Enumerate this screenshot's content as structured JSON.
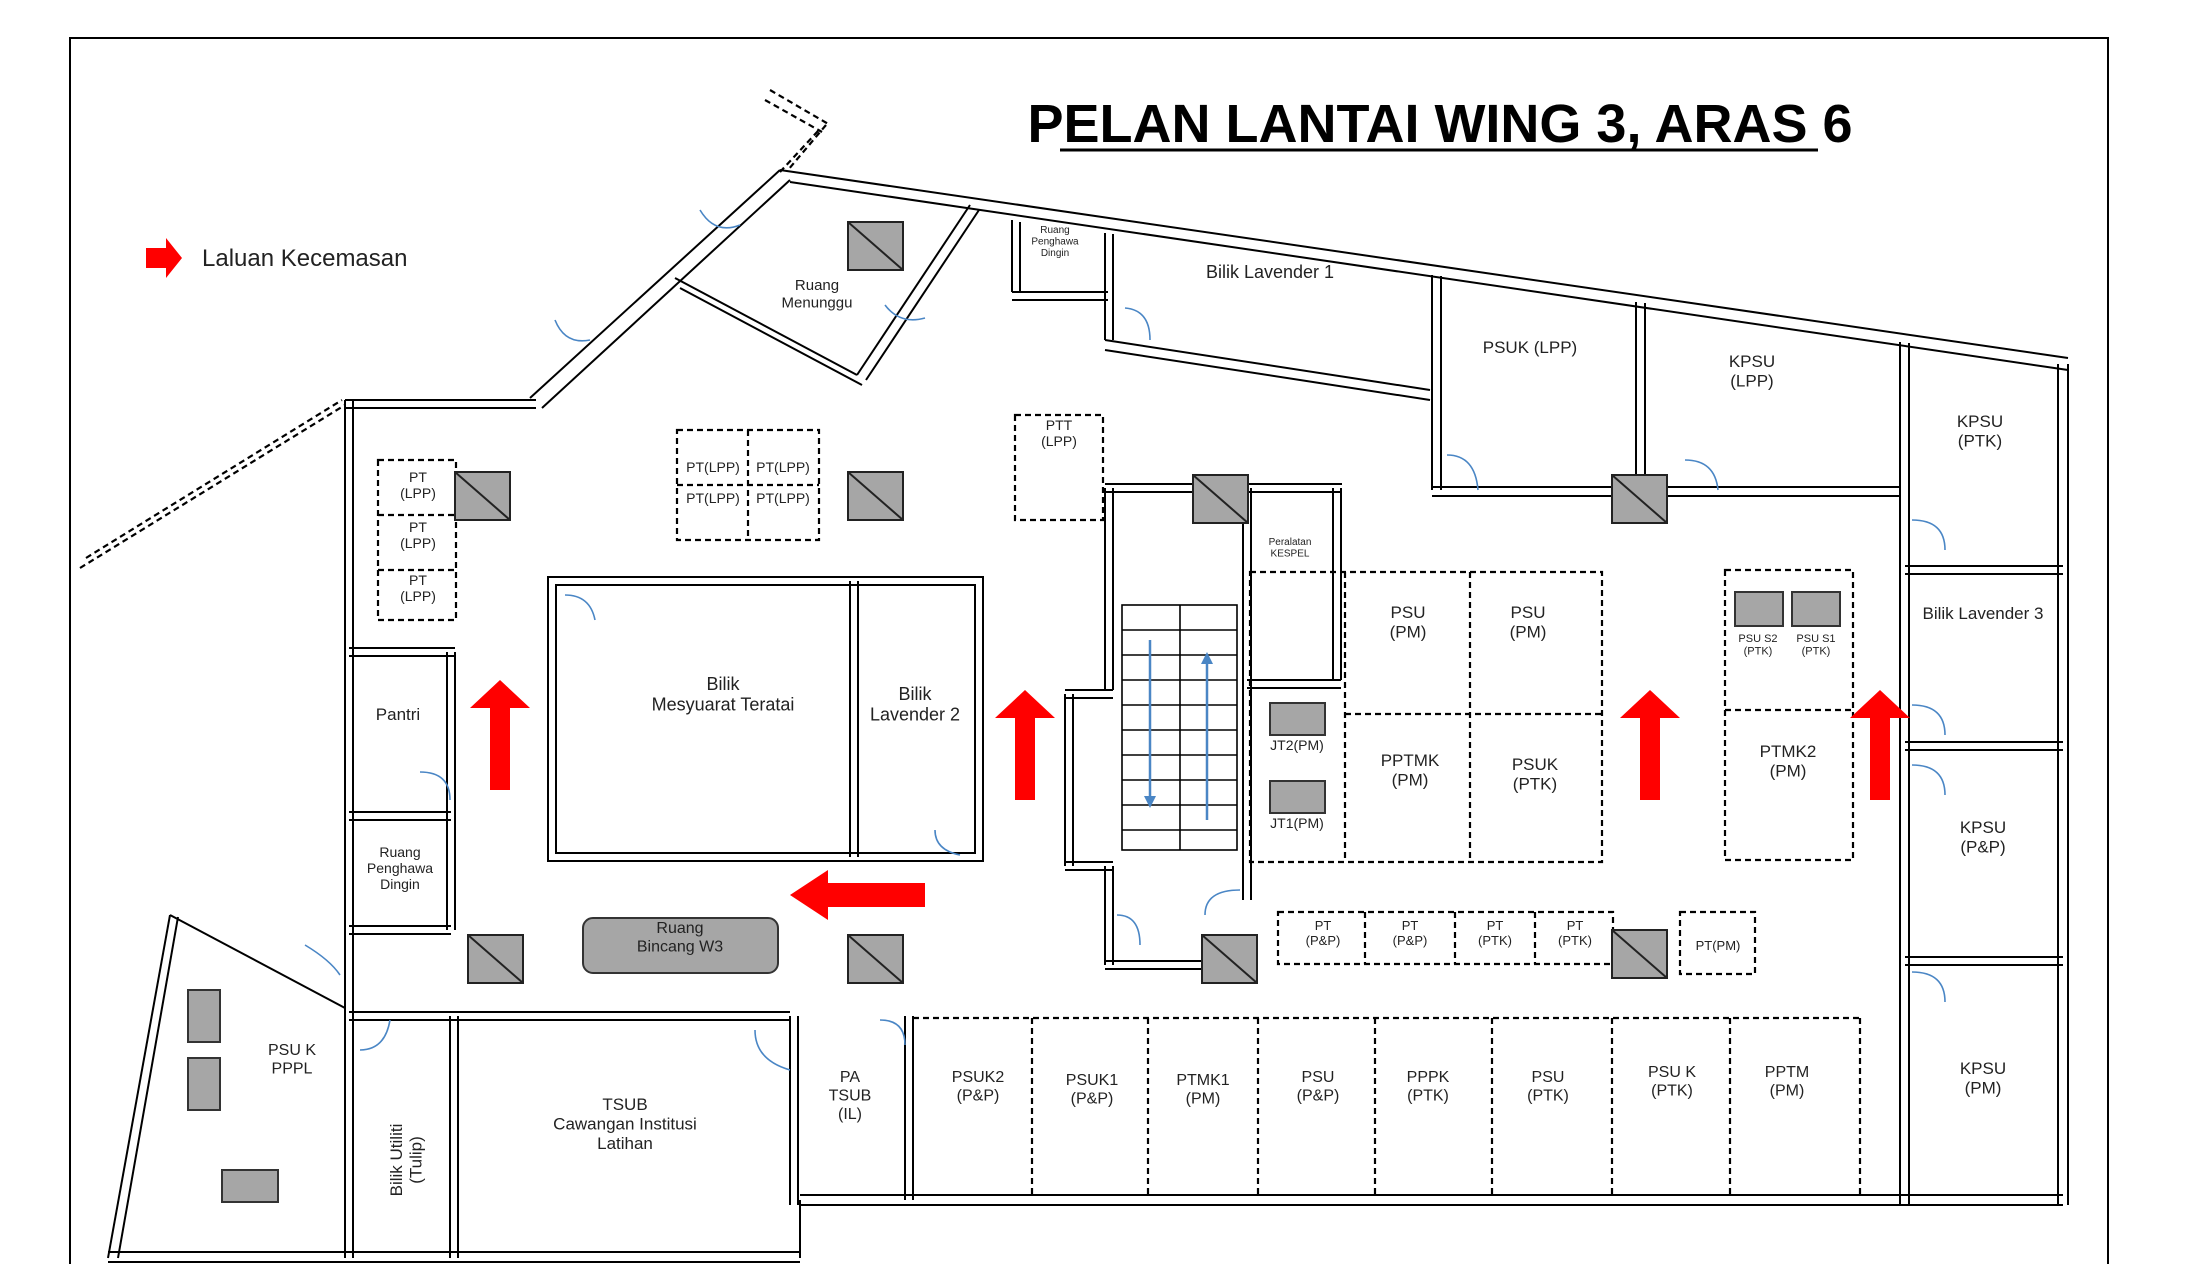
{
  "title": "PELAN LANTAI WING 3, ARAS 6",
  "legend": {
    "label": "Laluan Kecemasan",
    "icon": "red-arrow-icon",
    "color": "#ff0000"
  },
  "colors": {
    "wall": "#000000",
    "door": "#4a86c5",
    "pillar": "#a6a6a6",
    "arrow": "#ff0000"
  },
  "rooms": [
    {
      "id": "ruang-menunggu",
      "lines": [
        "Ruang",
        "Menunggu"
      ]
    },
    {
      "id": "ruang-penghawa-dingin-top",
      "lines": [
        "Ruang",
        "Penghawa",
        "Dingin"
      ]
    },
    {
      "id": "bilik-lavender-1",
      "lines": [
        "Bilik Lavender 1"
      ]
    },
    {
      "id": "psuk-lpp",
      "lines": [
        "PSUK (LPP)"
      ]
    },
    {
      "id": "kpsu-lpp",
      "lines": [
        "KPSU",
        "(LPP)"
      ]
    },
    {
      "id": "kpsu-ptk",
      "lines": [
        "KPSU",
        "(PTK)"
      ]
    },
    {
      "id": "pt-lpp-1",
      "lines": [
        "PT",
        "(LPP)"
      ]
    },
    {
      "id": "pt-lpp-2",
      "lines": [
        "PT",
        "(LPP)"
      ]
    },
    {
      "id": "pt-lpp-3",
      "lines": [
        "PT",
        "(LPP)"
      ]
    },
    {
      "id": "ptlpp-a",
      "lines": [
        "PT(LPP)"
      ]
    },
    {
      "id": "ptlpp-b",
      "lines": [
        "PT(LPP)"
      ]
    },
    {
      "id": "ptlpp-c",
      "lines": [
        "PT(LPP)"
      ]
    },
    {
      "id": "ptlpp-d",
      "lines": [
        "PT(LPP)"
      ]
    },
    {
      "id": "ptt-lpp",
      "lines": [
        "PTT",
        "(LPP)"
      ]
    },
    {
      "id": "peralatan-kespel",
      "lines": [
        "Peralatan",
        "KESPEL"
      ]
    },
    {
      "id": "bilik-lavender-3",
      "lines": [
        "Bilik Lavender 3"
      ]
    },
    {
      "id": "psu-pm-1",
      "lines": [
        "PSU",
        "(PM)"
      ]
    },
    {
      "id": "psu-pm-2",
      "lines": [
        "PSU",
        "(PM)"
      ]
    },
    {
      "id": "psu-s2-ptk",
      "lines": [
        "PSU S2",
        "(PTK)"
      ]
    },
    {
      "id": "psu-s1-ptk",
      "lines": [
        "PSU S1",
        "(PTK)"
      ]
    },
    {
      "id": "pantri",
      "lines": [
        "Pantri"
      ]
    },
    {
      "id": "bilik-mesyuarat-teratai",
      "lines": [
        "Bilik",
        "Mesyuarat Teratai"
      ]
    },
    {
      "id": "bilik-lavender-2",
      "lines": [
        "Bilik",
        "Lavender 2"
      ]
    },
    {
      "id": "jt2-pm",
      "lines": [
        "JT2(PM)"
      ]
    },
    {
      "id": "jt1-pm",
      "lines": [
        "JT1(PM)"
      ]
    },
    {
      "id": "pptmk-pm",
      "lines": [
        "PPTMK",
        "(PM)"
      ]
    },
    {
      "id": "psuk-ptk",
      "lines": [
        "PSUK",
        "(PTK)"
      ]
    },
    {
      "id": "ptmk2-pm",
      "lines": [
        "PTMK2",
        "(PM)"
      ]
    },
    {
      "id": "kpsu-pp",
      "lines": [
        "KPSU",
        "(P&P)"
      ]
    },
    {
      "id": "ruang-penghawa-dingin-left",
      "lines": [
        "Ruang",
        "Penghawa",
        "Dingin"
      ]
    },
    {
      "id": "pt-pp-1",
      "lines": [
        "PT",
        "(P&P)"
      ]
    },
    {
      "id": "pt-pp-2",
      "lines": [
        "PT",
        "(P&P)"
      ]
    },
    {
      "id": "pt-ptk-1",
      "lines": [
        "PT",
        "(PTK)"
      ]
    },
    {
      "id": "pt-ptk-2",
      "lines": [
        "PT",
        "(PTK)"
      ]
    },
    {
      "id": "pt-pm",
      "lines": [
        "PT(PM)"
      ]
    },
    {
      "id": "ruang-bincang-w3",
      "lines": [
        "Ruang",
        "Bincang W3"
      ]
    },
    {
      "id": "psu-k-pppl",
      "lines": [
        "PSU K",
        "PPPL"
      ]
    },
    {
      "id": "bilik-utiliti-tulip",
      "lines": [
        "Bilik Utiliti",
        "(Tulip)"
      ]
    },
    {
      "id": "tsub",
      "lines": [
        "TSUB",
        "Cawangan Institusi",
        "Latihan"
      ]
    },
    {
      "id": "pa-tsub-il",
      "lines": [
        "PA",
        "TSUB",
        "(IL)"
      ]
    },
    {
      "id": "psuk2-pp",
      "lines": [
        "PSUK2",
        "(P&P)"
      ]
    },
    {
      "id": "psuk1-pp",
      "lines": [
        "PSUK1",
        "(P&P)"
      ]
    },
    {
      "id": "ptmk1-pm",
      "lines": [
        "PTMK1",
        "(PM)"
      ]
    },
    {
      "id": "psu-pp",
      "lines": [
        "PSU",
        "(P&P)"
      ]
    },
    {
      "id": "pppk-ptk",
      "lines": [
        "PPPK",
        "(PTK)"
      ]
    },
    {
      "id": "psu-ptk",
      "lines": [
        "PSU",
        "(PTK)"
      ]
    },
    {
      "id": "psu-k-ptk",
      "lines": [
        "PSU K",
        "(PTK)"
      ]
    },
    {
      "id": "pptm-pm",
      "lines": [
        "PPTM",
        "(PM)"
      ]
    },
    {
      "id": "kpsu-pm",
      "lines": [
        "KPSU",
        "(PM)"
      ]
    }
  ]
}
